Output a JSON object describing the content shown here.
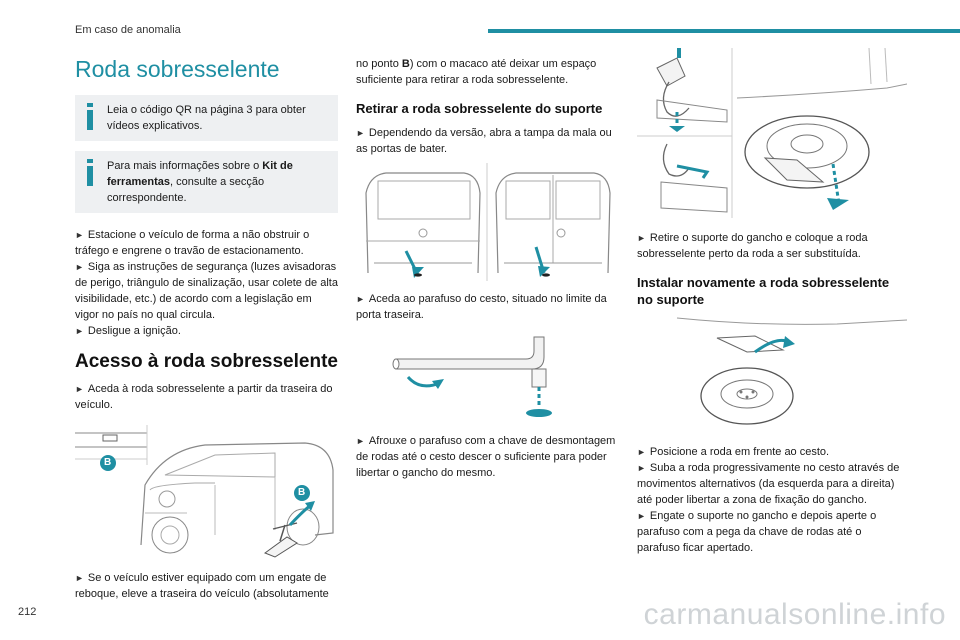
{
  "header": {
    "section": "Em caso de anomalia"
  },
  "page_number": "212",
  "watermark": "carmanualsonline.info",
  "col1": {
    "title": "Roda sobresselente",
    "info1": "Leia o código QR na página 3 para obter vídeos explicativos.",
    "info2_pre": "Para mais informações sobre o ",
    "info2_bold": "Kit de ferramentas",
    "info2_post": ", consulte a secção correspondente.",
    "step1": "Estacione o veículo de forma a não obstruir o tráfego e engrene o travão de estacionamento.",
    "step2": "Siga as instruções de segurança (luzes avisadoras de perigo, triângulo de sinalização, usar colete de alta visibilidade, etc.) de acordo com a legislação em vigor no país no qual circula.",
    "step3": "Desligue a ignição.",
    "section_title": "Acesso à roda sobresselente",
    "step4": "Aceda à roda sobresselente a partir da traseira do veículo.",
    "label_b1": "B",
    "label_b2": "B",
    "step5": "Se o veículo estiver equipado com um engate de reboque, eleve a traseira do veículo (absolutamente"
  },
  "col2": {
    "cont_pre": "no ponto ",
    "cont_bold": "B",
    "cont_post": ") com o macaco até deixar um espaço suficiente para retirar a roda sobresselente.",
    "subtitle": "Retirar a roda sobresselente do suporte",
    "step1": "Dependendo da versão, abra a tampa da mala ou as portas de bater.",
    "step2": "Aceda ao parafuso do cesto, situado no limite da porta traseira.",
    "step3": "Afrouxe o parafuso com a chave de desmontagem de rodas até o cesto descer o suficiente para poder libertar o gancho do mesmo."
  },
  "col3": {
    "step1": "Retire o suporte do gancho e coloque a roda sobresselente perto da roda a ser substituída.",
    "subtitle": "Instalar novamente a roda sobresselente no suporte",
    "step2": "Posicione a roda em frente ao cesto.",
    "step3": "Suba a roda progressivamente no cesto através de movimentos alternativos (da esquerda para a direita) até poder libertar a zona de fixação do gancho.",
    "step4": "Engate o suporte no gancho e depois aperte o parafuso com a pega da chave de rodas até o parafuso ficar apertado."
  },
  "bullet": "►",
  "accent_color": "#1f8fa3"
}
